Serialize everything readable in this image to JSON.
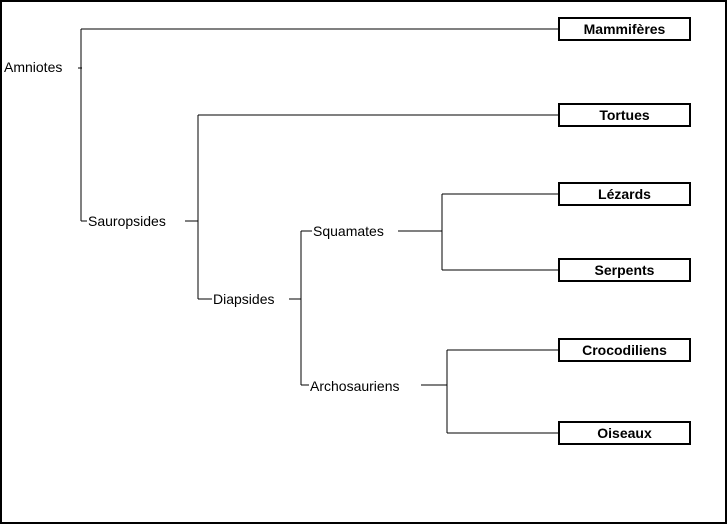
{
  "tree": {
    "clades": {
      "amniotes": "Amniotes",
      "sauropsides": "Sauropsides",
      "diapsides": "Diapsides",
      "squamates": "Squamates",
      "archosauriens": "Archosauriens"
    },
    "taxa": {
      "mammiferes": "Mammifères",
      "tortues": "Tortues",
      "lezards": "Lézards",
      "serpents": "Serpents",
      "crocodiliens": "Crocodiliens",
      "oiseaux": "Oiseaux"
    },
    "colors": {
      "line": "#000000",
      "background": "#ffffff"
    }
  }
}
